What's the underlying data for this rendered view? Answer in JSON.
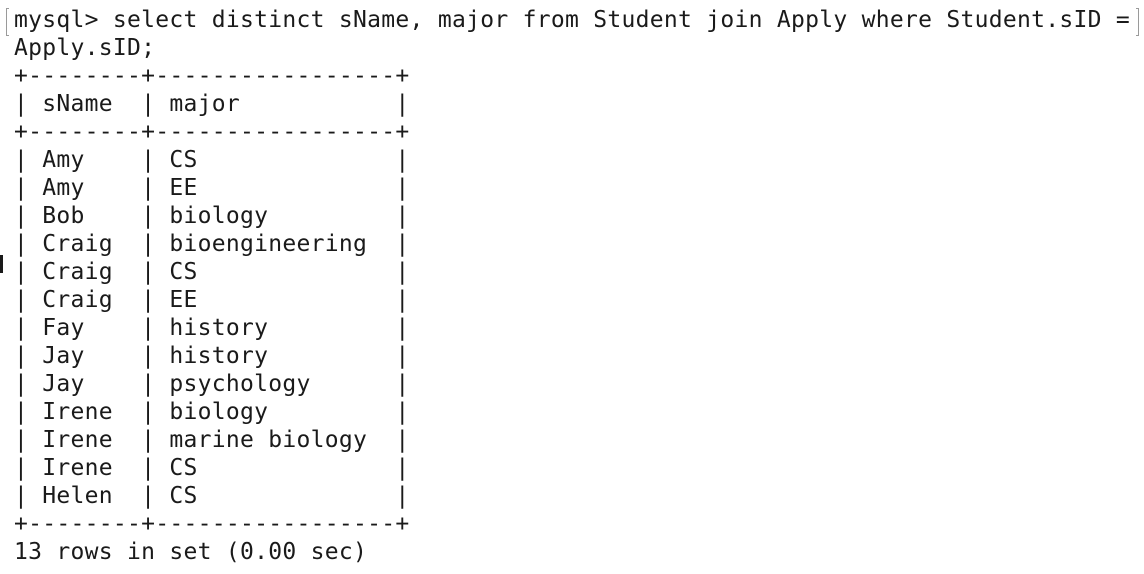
{
  "terminal": {
    "prompt": "mysql> ",
    "command_line1": "select distinct sName, major from Student join Apply where Student.sID =",
    "command_line2": "Apply.sID;",
    "border": "+--------+-----------------+",
    "header": "| sName  | major           |",
    "rows": [
      "| Amy    | CS              |",
      "| Amy    | EE              |",
      "| Bob    | biology         |",
      "| Craig  | bioengineering  |",
      "| Craig  | CS              |",
      "| Craig  | EE              |",
      "| Fay    | history         |",
      "| Jay    | history         |",
      "| Jay    | psychology      |",
      "| Irene  | biology         |",
      "| Irene  | marine biology  |",
      "| Irene  | CS              |",
      "| Helen  | CS              |"
    ],
    "footer": "13 rows in set (0.00 sec)"
  },
  "colors": {
    "background": "#ffffff",
    "text": "#1a1a1a"
  }
}
